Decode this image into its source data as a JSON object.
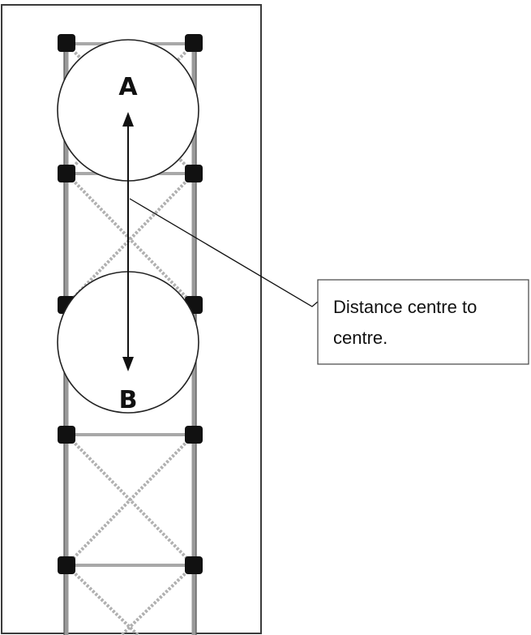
{
  "labels": {
    "circle_a": "A",
    "circle_b": "B"
  },
  "callout": {
    "line1": "Distance centre to",
    "line2": "centre."
  }
}
